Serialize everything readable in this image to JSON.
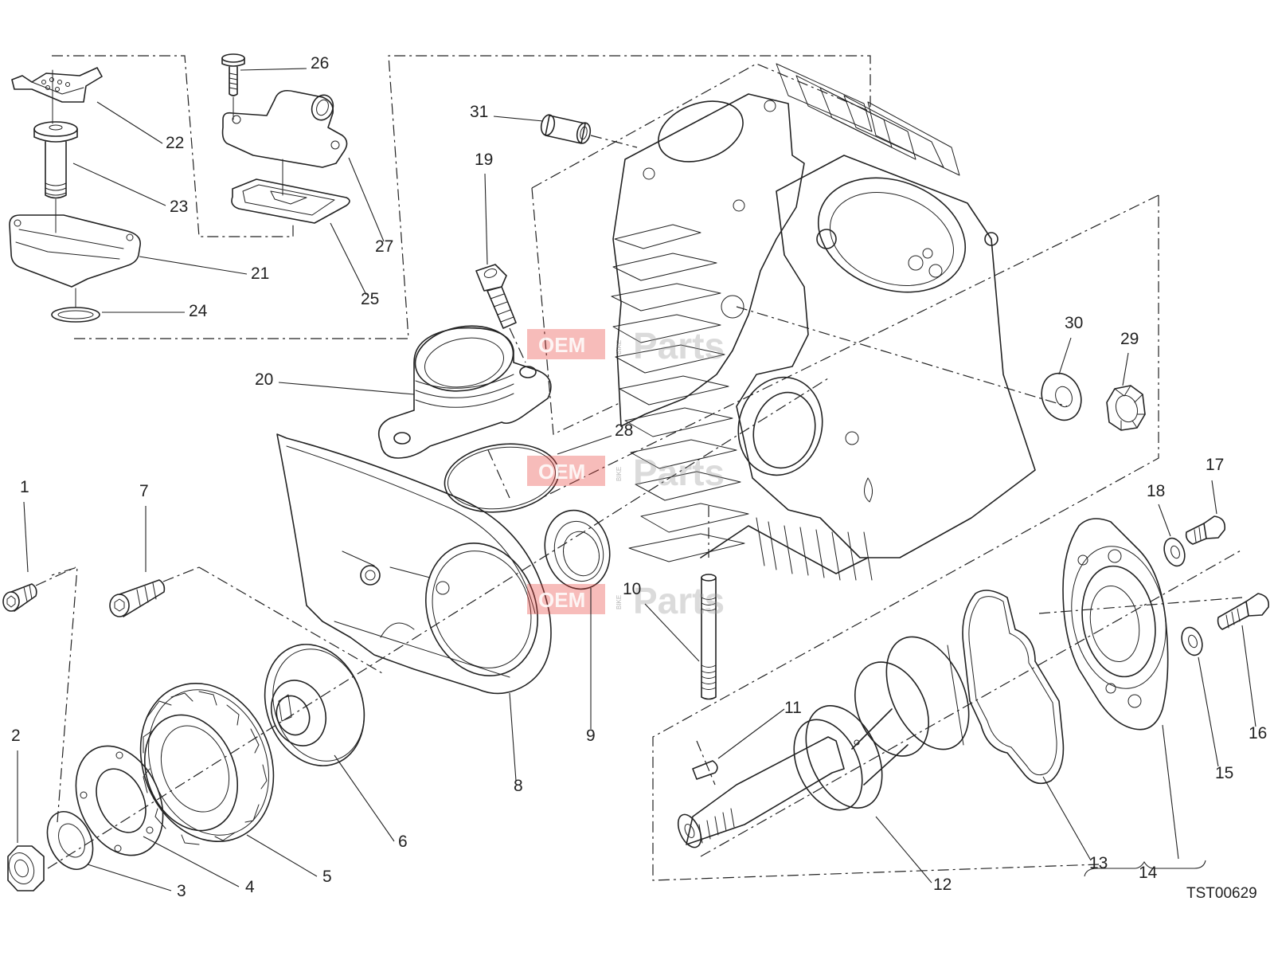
{
  "diagram": {
    "drawing_code": "TST00629",
    "watermark": {
      "oem": "OEM",
      "bike": "BIKE",
      "parts": "Parts"
    },
    "callouts": [
      {
        "id": "1",
        "label": "1"
      },
      {
        "id": "2",
        "label": "2"
      },
      {
        "id": "3",
        "label": "3"
      },
      {
        "id": "4",
        "label": "4"
      },
      {
        "id": "5",
        "label": "5"
      },
      {
        "id": "6",
        "label": "6"
      },
      {
        "id": "7",
        "label": "7"
      },
      {
        "id": "8",
        "label": "8"
      },
      {
        "id": "9",
        "label": "9"
      },
      {
        "id": "10",
        "label": "10"
      },
      {
        "id": "11",
        "label": "11"
      },
      {
        "id": "12",
        "label": "12"
      },
      {
        "id": "13",
        "label": "13"
      },
      {
        "id": "14",
        "label": "14"
      },
      {
        "id": "15",
        "label": "15"
      },
      {
        "id": "16",
        "label": "16"
      },
      {
        "id": "17",
        "label": "17"
      },
      {
        "id": "18",
        "label": "18"
      },
      {
        "id": "19",
        "label": "19"
      },
      {
        "id": "20",
        "label": "20"
      },
      {
        "id": "21",
        "label": "21"
      },
      {
        "id": "22",
        "label": "22"
      },
      {
        "id": "23",
        "label": "23"
      },
      {
        "id": "24",
        "label": "24"
      },
      {
        "id": "25",
        "label": "25"
      },
      {
        "id": "26",
        "label": "26"
      },
      {
        "id": "27",
        "label": "27"
      },
      {
        "id": "28",
        "label": "28"
      },
      {
        "id": "29",
        "label": "29"
      },
      {
        "id": "30",
        "label": "30"
      },
      {
        "id": "31",
        "label": "31"
      }
    ]
  }
}
